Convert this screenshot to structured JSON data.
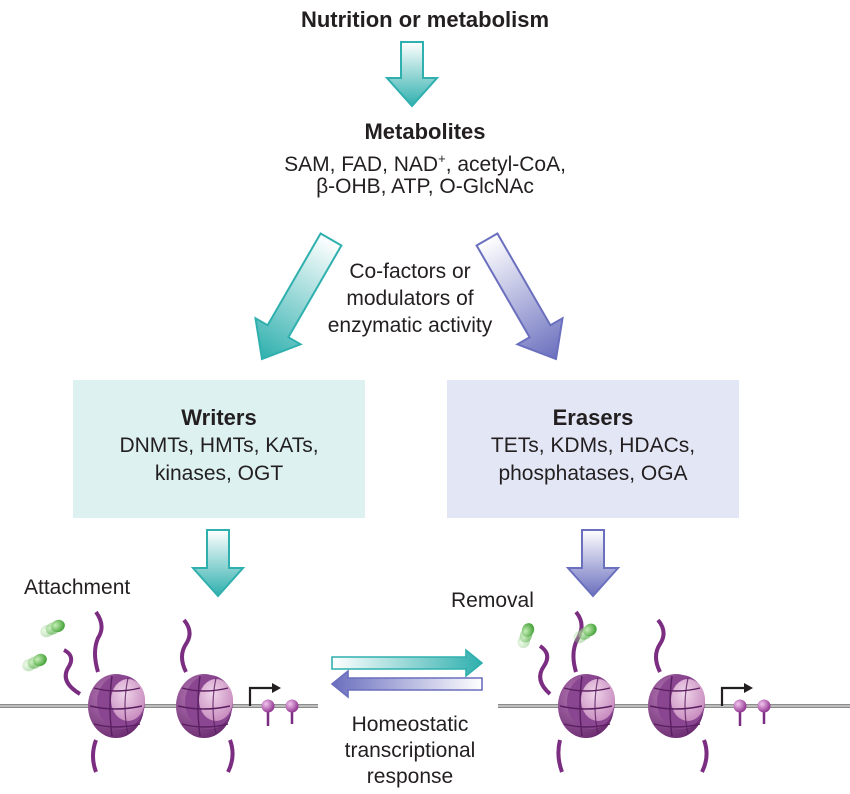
{
  "top_title": "Nutrition or metabolism",
  "metabolites": {
    "title": "Metabolites",
    "line1_a": "SAM, FAD, NAD",
    "line1_sup": "+",
    "line1_b": ", acetyl-CoA,",
    "line2": "β-OHB, ATP, O-GlcNAc"
  },
  "cofactors": {
    "line1": "Co-factors or",
    "line2": "modulators of",
    "line3": "enzymatic activity"
  },
  "writers": {
    "title": "Writers",
    "line1": "DNMTs, HMTs, KATs,",
    "line2": "kinases, OGT"
  },
  "erasers": {
    "title": "Erasers",
    "line1": "TETs, KDMs, HDACs,",
    "line2": "phosphatases, OGA"
  },
  "attachment_label": "Attachment",
  "removal_label": "Removal",
  "homeostatic": {
    "line1": "Homeostatic",
    "line2": "transcriptional",
    "line3": "response"
  },
  "colors": {
    "teal": "#5bc2c2",
    "teal_light": "#d9f0ef",
    "writers_box": "#dcf1f0",
    "erasers_box": "#e3e6f5",
    "purple_arrow": "#7a7ec4",
    "purple_light": "#e6e7f6",
    "nucleosome": "#7a3a80",
    "histone_tail": "#7b2d81",
    "green_mark": "#5bb64a"
  }
}
